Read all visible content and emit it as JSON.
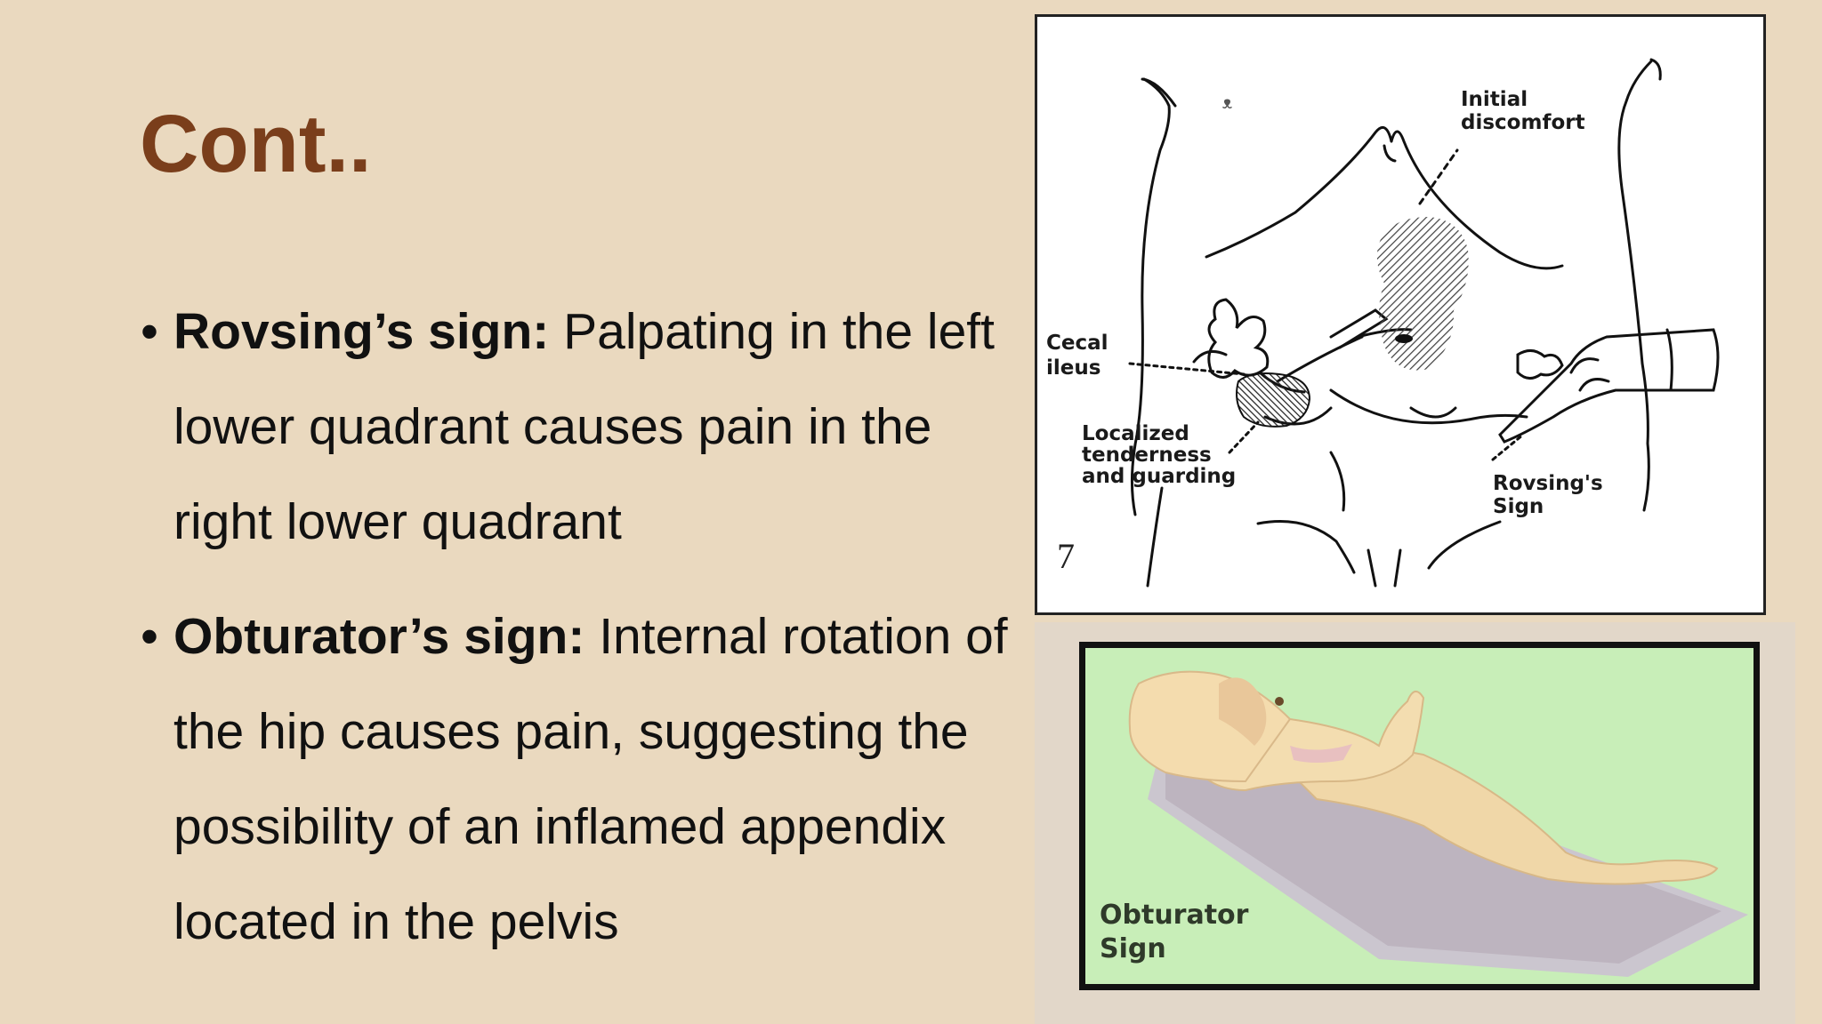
{
  "slide": {
    "title": "Cont..",
    "bullets": [
      {
        "marker": "•",
        "term": "Rovsing’s sign:",
        "text": " Palpating in the left lower quadrant causes pain in the right lower quadrant"
      },
      {
        "marker": "•",
        "term": "Obturator’s sign:",
        "text": " Internal rotation of the hip causes pain, suggesting the possibility of an inflamed appendix located in the pelvis"
      }
    ]
  },
  "figure1": {
    "labels": {
      "initial_1": "Initial",
      "initial_2": "discomfort",
      "cecal_1": "Cecal",
      "cecal_2": "ileus",
      "local_1": "Localized",
      "local_2": "tenderness",
      "local_3": "and guarding",
      "rovsing_1": "Rovsing's",
      "rovsing_2": "Sign",
      "number": "7",
      "umbilicus_mark": "ᵜ"
    }
  },
  "figure2": {
    "label_1": "Obturator",
    "label_2": "Sign"
  },
  "colors": {
    "background": "#ead9bf",
    "title": "#7a3e1b",
    "figure2_background": "#c8eeb8"
  }
}
